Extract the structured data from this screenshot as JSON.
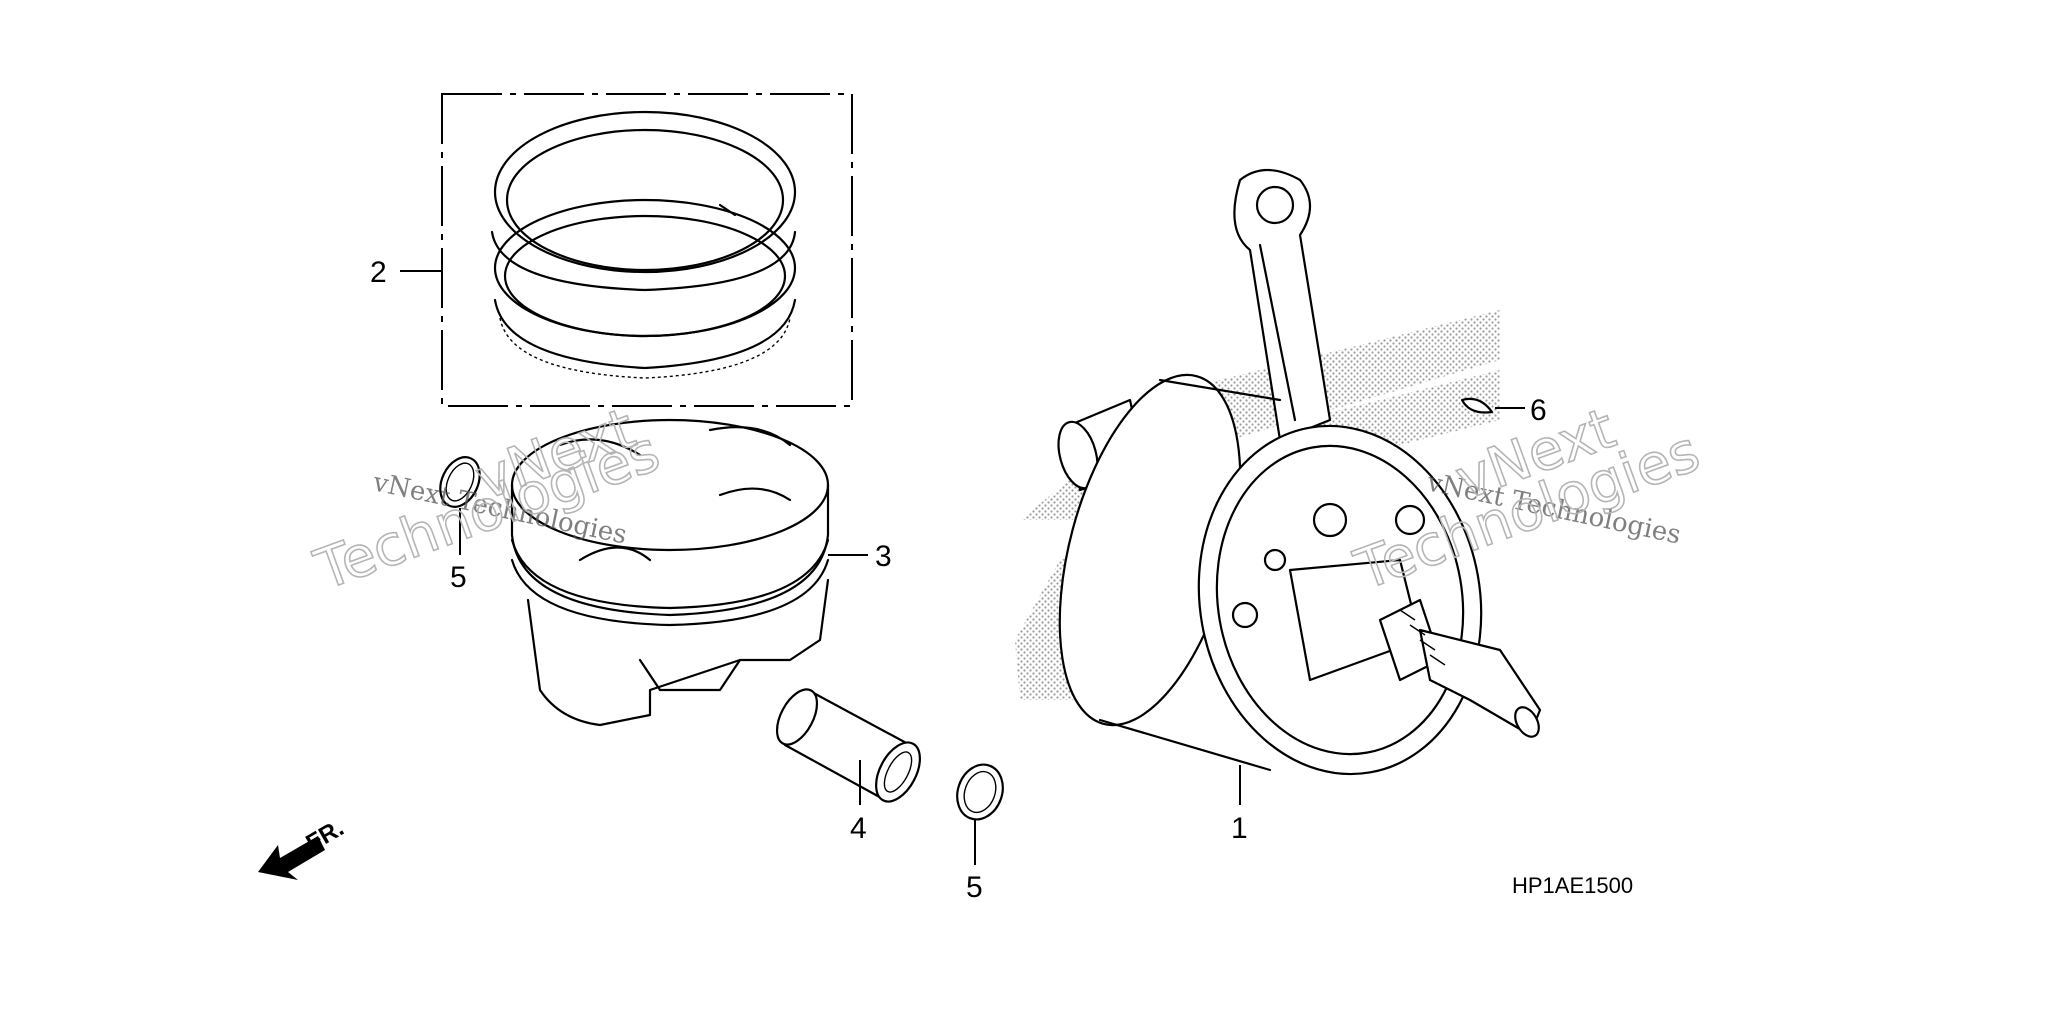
{
  "diagram_code": "HP1AE1500",
  "front_marker": "FR.",
  "watermark": {
    "small": "vNext Technologies",
    "large_line1": "vNext",
    "large_line2": "Technologies"
  },
  "callouts": {
    "crankshaft": "1",
    "piston_ring_set": "2",
    "piston": "3",
    "piston_pin": "4",
    "pin_clip_left": "5",
    "pin_clip_right": "5",
    "woodruff_key": "6"
  },
  "colors": {
    "line": "#000000",
    "background": "#ffffff",
    "stipple": "#9a9a9a"
  }
}
